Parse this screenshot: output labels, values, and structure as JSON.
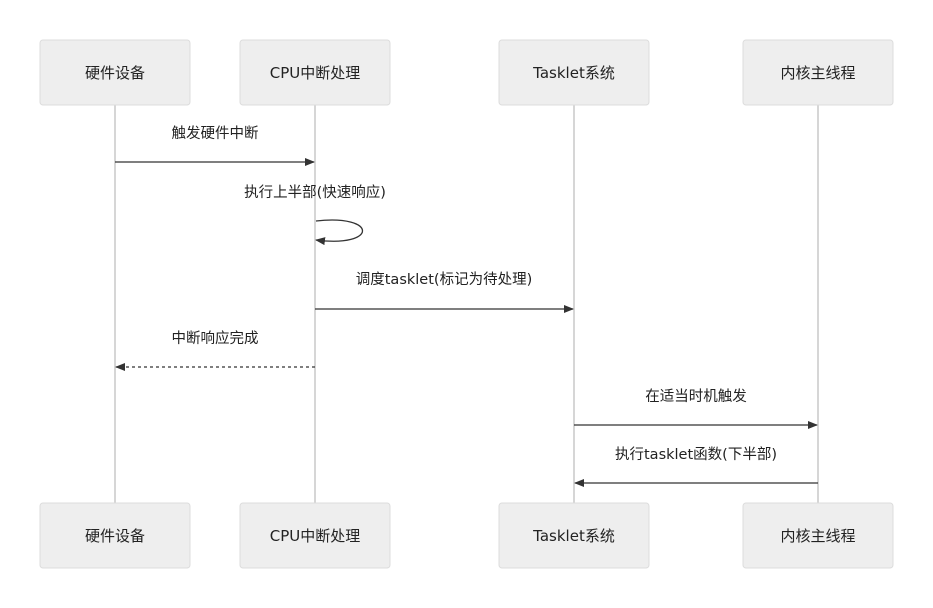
{
  "actors": [
    {
      "id": "hw",
      "label": "硬件设备"
    },
    {
      "id": "cpu",
      "label": "CPU中断处理"
    },
    {
      "id": "tasklet",
      "label": "Tasklet系统"
    },
    {
      "id": "kernel",
      "label": "内核主线程"
    }
  ],
  "messages": [
    {
      "from": "hw",
      "to": "cpu",
      "label": "触发硬件中断",
      "style": "solid"
    },
    {
      "from": "cpu",
      "to": "cpu",
      "label": "执行上半部(快速响应)",
      "style": "solid"
    },
    {
      "from": "cpu",
      "to": "tasklet",
      "label": "调度tasklet(标记为待处理)",
      "style": "solid"
    },
    {
      "from": "cpu",
      "to": "hw",
      "label": "中断响应完成",
      "style": "dashed"
    },
    {
      "from": "tasklet",
      "to": "kernel",
      "label": "在适当时机触发",
      "style": "solid"
    },
    {
      "from": "kernel",
      "to": "tasklet",
      "label": "执行tasklet函数(下半部)",
      "style": "solid"
    }
  ],
  "colors": {
    "actor_fill": "#eeeeee",
    "actor_border": "#dcdcdc",
    "lifeline": "#c8c8c8",
    "arrow": "#333333",
    "text": "#222222"
  }
}
